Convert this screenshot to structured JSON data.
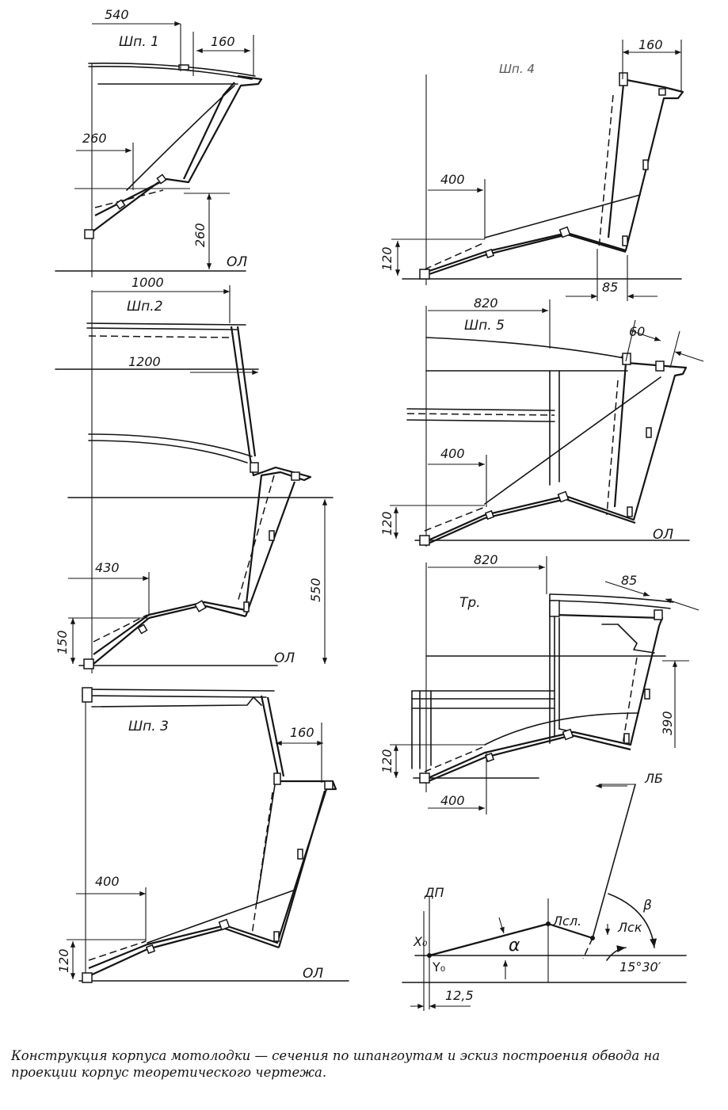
{
  "frames": {
    "shp1": {
      "label": "Шп. 1",
      "dims": {
        "top": "540",
        "top_right": "160",
        "mid": "260",
        "height": "260"
      },
      "baseline": "ОЛ"
    },
    "shp2": {
      "label": "Шп.2",
      "dims": {
        "top": "1000",
        "mid_top": "1200",
        "mid": "430",
        "left_height": "150",
        "height": "550"
      },
      "baseline": "ОЛ"
    },
    "shp3": {
      "label": "Шп. 3",
      "dims": {
        "top_right": "160",
        "mid": "400",
        "left_height": "120"
      },
      "baseline": "ОЛ"
    },
    "shp4": {
      "label": "Шп. 4",
      "dims": {
        "top_right": "160",
        "mid": "400",
        "left_height": "120",
        "bottom": "85"
      }
    },
    "shp5": {
      "label": "Шп. 5",
      "dims": {
        "top": "820",
        "top_right": "60",
        "mid": "400",
        "left_height": "120"
      },
      "baseline": "ОЛ"
    },
    "transom": {
      "label": "Тр.",
      "dims": {
        "top": "820",
        "top_right": "85",
        "right_height": "390",
        "left_height": "120",
        "bottom": "400"
      }
    }
  },
  "sketch": {
    "dp": "ДП",
    "lb": "ЛБ",
    "x0": "X₀",
    "y0": "Y₀",
    "alpha": "α",
    "beta": "β",
    "l_sl": "Лсл.",
    "l_sk": "Лск",
    "angle": "15°30′",
    "offset": "12,5"
  },
  "caption": "Конструкция корпуса мотолодки — сечения по шпангоутам и эскиз построения обвода на проекции корпус теоретического чертежа."
}
